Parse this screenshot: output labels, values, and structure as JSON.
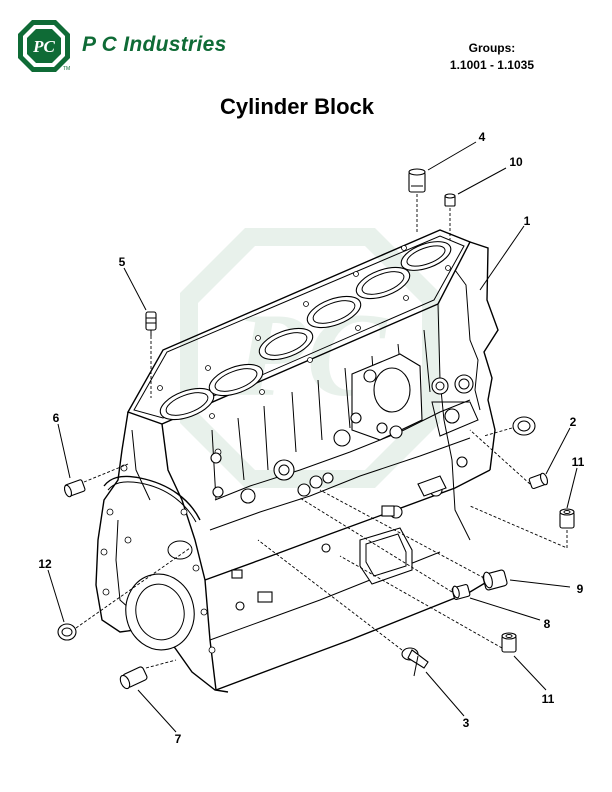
{
  "header": {
    "logo_letters": "PC",
    "brand_name": "P C Industries",
    "trademark": "TM",
    "groups_label": "Groups:",
    "groups_range": "1.1001 - 1.1035"
  },
  "page_title": "Cylinder Block",
  "callouts": [
    {
      "id": "callout-4",
      "label": "4"
    },
    {
      "id": "callout-10",
      "label": "10"
    },
    {
      "id": "callout-1",
      "label": "1"
    },
    {
      "id": "callout-5",
      "label": "5"
    },
    {
      "id": "callout-6",
      "label": "6"
    },
    {
      "id": "callout-2",
      "label": "2"
    },
    {
      "id": "callout-11-upper",
      "label": "11"
    },
    {
      "id": "callout-12",
      "label": "12"
    },
    {
      "id": "callout-9",
      "label": "9"
    },
    {
      "id": "callout-8",
      "label": "8"
    },
    {
      "id": "callout-11-lower",
      "label": "11"
    },
    {
      "id": "callout-3",
      "label": "3"
    },
    {
      "id": "callout-7",
      "label": "7"
    }
  ],
  "colors": {
    "brand_green": "#0f6b36",
    "watermark": "#d7e6dc",
    "line": "#000000"
  }
}
